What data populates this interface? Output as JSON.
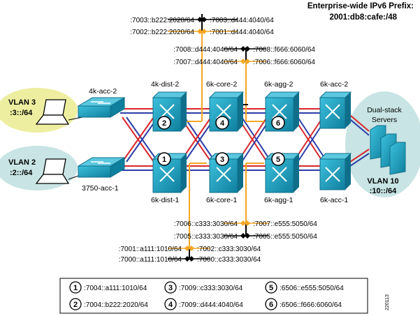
{
  "header": {
    "title": "Enterprise-wide IPv6 Prefix:",
    "prefix": "2001:db8:cafe:/48"
  },
  "vlans": {
    "vlan3": {
      "name": "VLAN 3",
      "subnet": ":3::/64",
      "color": "#eeeea0"
    },
    "vlan2": {
      "name": "VLAN 2",
      "subnet": ":2::/64",
      "color": "#c8e4e4"
    },
    "vlan10": {
      "name": "VLAN 10",
      "subnet": ":10::/64"
    },
    "servers": {
      "line1": "Dual-stack",
      "line2": "Servers",
      "color": "#c8e4e4"
    }
  },
  "devices": {
    "acc_4k_2": "4k-acc-2",
    "acc_3750_1": "3750-acc-1",
    "dist_2": "4k-dist-2",
    "dist_1": "6k-dist-1",
    "core_2": "6k-core-2",
    "core_1": "6k-core-1",
    "agg_2": "6k-agg-2",
    "agg_1": "6k-agg-1",
    "acc_6k_2": "6k-acc-2",
    "acc_6k_1": "6k-acc-1"
  },
  "top_links": [
    {
      "left": ":7003::b222:2020/64",
      "right": ":7003::d444:4040/64"
    },
    {
      "left": ":7002::b222:2020/64",
      "right": ":7001::d444:4040/64"
    },
    {
      "left": ":7008::d444:4040/64",
      "right": ":7008::f666:6060/64"
    },
    {
      "left": ":7007::d444:4040/64",
      "right": ":7006::f666:6060/64"
    }
  ],
  "bottom_links": [
    {
      "left": ":7006::c333:3030/64",
      "right": ":7007::e555:5050/64"
    },
    {
      "left": ":7005::c333:3030/64",
      "right": ":7005::e555:5050/64"
    },
    {
      "left": ":7001::a111:1010/64",
      "right": ":7002::c333:3030/64"
    },
    {
      "left": ":7000::a111:1010/64",
      "right": ":7000::c333:3030/64"
    }
  ],
  "legend": [
    {
      "num": "1",
      "text": ":7004::a111:1010/64"
    },
    {
      "num": "3",
      "text": ":7009::c333:3030/64"
    },
    {
      "num": "5",
      "text": ":6506::e555:5050/64"
    },
    {
      "num": "2",
      "text": ":7004::b222:2020/64"
    },
    {
      "num": "4",
      "text": ":7009::d444:4040/64"
    },
    {
      "num": "6",
      "text": ":6506::f666:6060/64"
    }
  ],
  "figure_id": "220113",
  "colors": {
    "device": "#1e9fc0",
    "device_dark": "#0f6f8a",
    "orange": "#f5a623",
    "red": "#d9262a",
    "blue": "#2b3ea8"
  }
}
